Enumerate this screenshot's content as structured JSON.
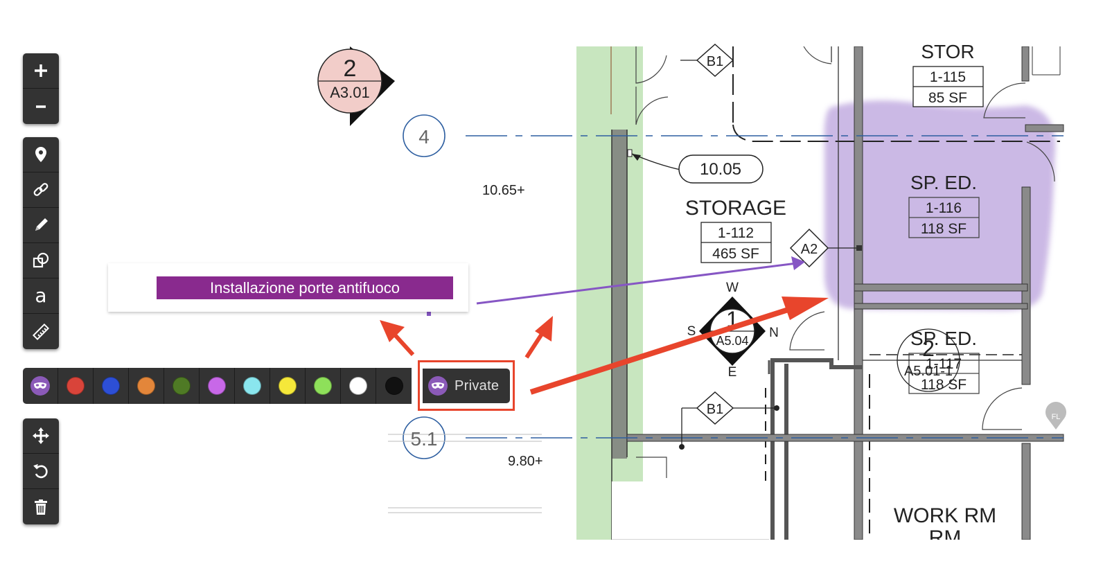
{
  "toolbar_zoom": [
    {
      "name": "zoom-in-icon",
      "glyph": "plus"
    },
    {
      "name": "zoom-out-icon",
      "glyph": "minus"
    }
  ],
  "toolbar_tools": [
    {
      "name": "pin-icon"
    },
    {
      "name": "link-icon"
    },
    {
      "name": "pencil-icon"
    },
    {
      "name": "shapes-icon"
    },
    {
      "name": "text-tool-icon",
      "glyph": "a"
    },
    {
      "name": "ruler-icon"
    }
  ],
  "toolbar_actions": [
    {
      "name": "move-icon"
    },
    {
      "name": "undo-icon"
    },
    {
      "name": "trash-icon"
    }
  ],
  "colors": {
    "toolbar_bg": "#333333",
    "accent_purple": "#892a8e",
    "mask_purple": "#8b5ab8",
    "highlight_red": "#e8452c",
    "room_highlight": "#c9b6e4",
    "corridor_green": "#c8e6bf"
  },
  "color_palette": [
    "#d9443a",
    "#2d4fd6",
    "#e3863a",
    "#4f7a25",
    "#c868e8",
    "#8ae6ee",
    "#f5e83a",
    "#8ee05a",
    "#ffffff",
    "#111111"
  ],
  "visibility": {
    "label": "Private",
    "icon": "mask-icon"
  },
  "note": {
    "label": "Installazione porte antifuoco"
  },
  "plan": {
    "section_marker": {
      "number": "2",
      "sheet": "A3.01"
    },
    "section_marker_2": {
      "number": "2",
      "sheet": "A5.01-1"
    },
    "grid_4": "4",
    "grid_51": "5.1",
    "elev_top": "10.65+",
    "elev_bottom": "9.80+",
    "tag_1005": "10.05",
    "tag_b1_top": "B1",
    "tag_b1_bottom": "B1",
    "tag_a2": "A2",
    "compass": {
      "n": "N",
      "s": "S",
      "e": "E",
      "w": "W",
      "num": "1",
      "sheet": "A5.04"
    },
    "room_stor": {
      "name": "STOR",
      "num": "1-115",
      "area": "85 SF"
    },
    "room_storage": {
      "name": "STORAGE",
      "num": "1-112",
      "area": "465 SF"
    },
    "room_sped1": {
      "name": "SP. ED.",
      "num": "1-116",
      "area": "118 SF"
    },
    "room_sped2": {
      "name": "SP. ED.",
      "num": "1-117",
      "area": "118 SF"
    },
    "room_work": {
      "name": "WORK RM"
    },
    "fl_badge": "FL"
  }
}
